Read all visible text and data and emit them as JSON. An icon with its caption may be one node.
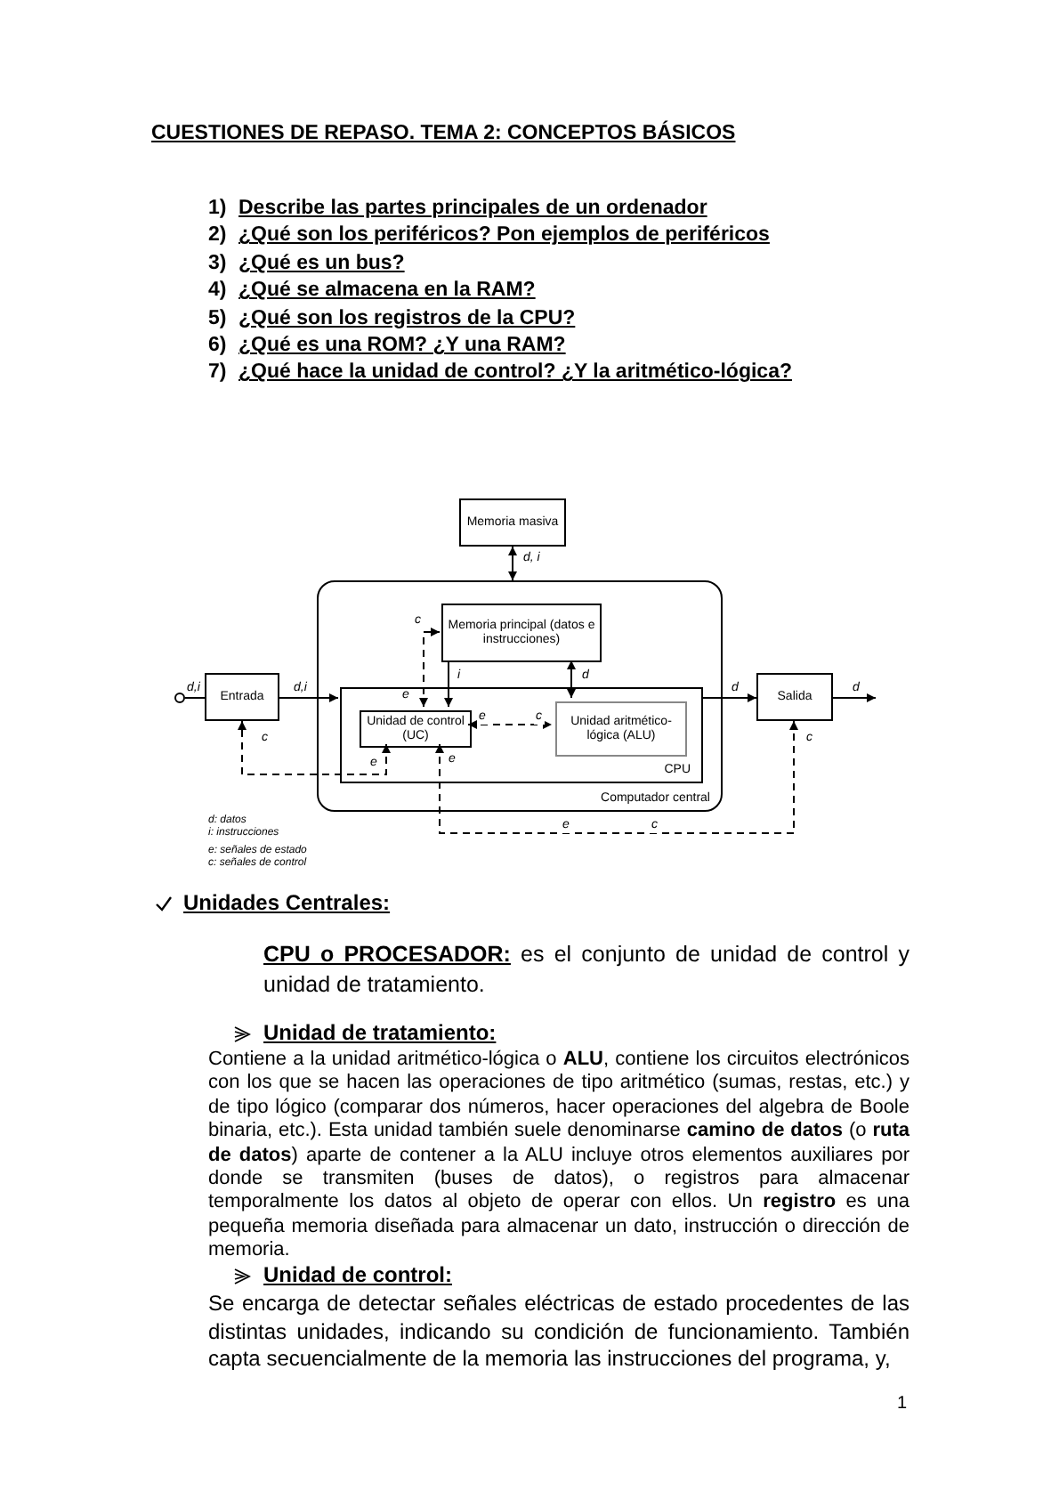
{
  "diagram": {
    "title": "CUESTIONES DE REPASO. TEMA 2: CONCEPTOS BÁSICOS",
    "nodes": [
      {
        "text": [
          "Memoria masiva"
        ]
      },
      {
        "text": [
          "Computador central"
        ]
      },
      {
        "text": [
          "Memoria principal (datos e instrucciones)"
        ],
        "in": 1
      },
      {
        "text": [
          "CPU"
        ],
        "in": 1
      },
      {
        "text": [
          "Unidad de control (UC)"
        ],
        "in": 3
      },
      {
        "text": [
          "Unidad aritmético-lógica (ALU)"
        ],
        "in": 3
      },
      {
        "text": [
          "Entrada"
        ]
      },
      {
        "text": [
          "Salida"
        ]
      },
      {
        "text": [],
        "shape": "circle"
      }
    ],
    "edges": [
      {
        "from": 0,
        "to": 1,
        "arrow": "both",
        "label": "d, i"
      },
      {
        "from": 8,
        "to": 6,
        "arrow": "none",
        "label": "d,i"
      },
      {
        "from": 6,
        "to": 3,
        "arrow": "to",
        "label": "d,i"
      },
      {
        "from": 2,
        "to": 4,
        "arrow": "to",
        "label": "i"
      },
      {
        "from": 2,
        "to": 5,
        "arrow": "both",
        "label": "d"
      },
      {
        "from": 4,
        "to": 2,
        "arrow": "both",
        "label": "c",
        "style": "dashed"
      },
      {
        "from": 4,
        "to": 5,
        "arrow": "both",
        "label": "c",
        "style": "dashed"
      },
      {
        "from": 4,
        "to": 6,
        "arrow": "both",
        "label": "c",
        "style": "dashed"
      },
      {
        "from": 3,
        "to": 7,
        "arrow": "to",
        "label": "d"
      },
      {
        "from": 7,
        "to": null,
        "arrow": "to",
        "label": "d"
      },
      {
        "from": 4,
        "to": 7,
        "arrow": "both",
        "label": "c",
        "style": "dashed"
      }
    ],
    "labels": [
      "1)",
      "Describe las partes principales de un ordenador",
      "2)",
      "¿Qué son los periféricos? Pon ejemplos de periféricos",
      "3)",
      "¿Qué es un bus?",
      "4)",
      "¿Qué se almacena en la RAM?",
      "5)",
      "¿Qué son los registros de la CPU?",
      "6)",
      "¿Qué es una ROM? ¿Y una RAM?",
      "7)",
      "¿Qué hace la unidad de control? ¿Y la aritmético-lógica?",
      "e",
      "e",
      "e",
      "e",
      "c",
      "e",
      "d: datos",
      "i: instrucciones",
      "e: señales de estado",
      "c: señales de control",
      "Unidades Centrales:",
      "**CPU o PROCESADOR:** es el conjunto de unidad de control y unidad de tratamiento.",
      "Unidad de tratamiento:",
      "Contiene a la unidad aritmético-lógica o **ALU**, contiene los circuitos electrónicos con los que se hacen las operaciones de tipo aritmético (sumas, restas, etc.) y de tipo lógico (comparar dos números, hacer operaciones del algebra de Boole binaria, etc.). Esta unidad también suele denominarse **camino de datos** (o **ruta de datos**) aparte de contener a la ALU incluye otros elementos auxiliares por donde se transmiten (buses de datos), o registros para almacenar temporalmente los datos al objeto de operar con ellos. Un **registro** es una pequeña memoria diseñada para almacenar un dato, instrucción o dirección de memoria.",
      "Unidad de control:",
      "Se encarga de detectar señales eléctricas de estado procedentes de las distintas unidades, indicando su condición de funcionamiento. También capta secuencialmente de la memoria las instrucciones del programa, y,",
      "1"
    ]
  }
}
